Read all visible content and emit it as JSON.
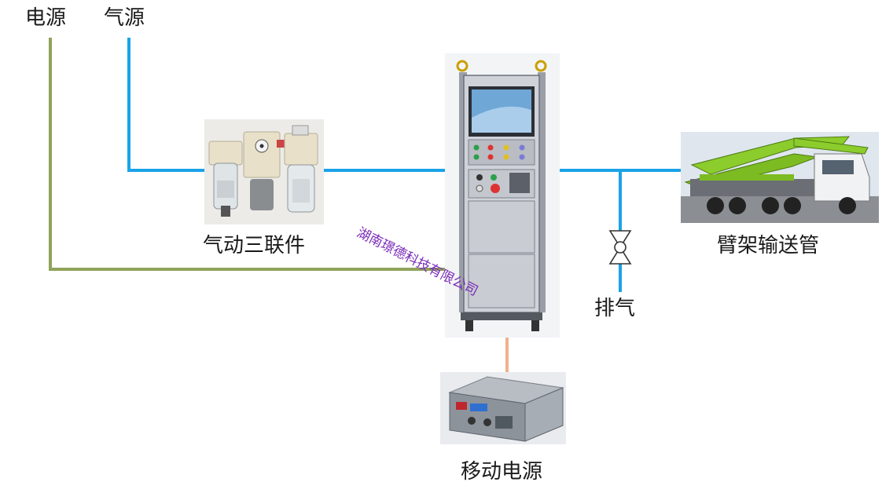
{
  "labels": {
    "power_source": "电源",
    "air_source": "气源",
    "frl_unit": "气动三联件",
    "boom_pipe": "臂架输送管",
    "exhaust": "排气",
    "mobile_power": "移动电源"
  },
  "watermark": "湖南璟德科技有限公司",
  "colors": {
    "air_line": "#1aa3e8",
    "power_line": "#8fa35a",
    "battery_line": "#f0b08c",
    "truck_boom": "#8ccc2c",
    "cabinet": "#8a8f99"
  }
}
